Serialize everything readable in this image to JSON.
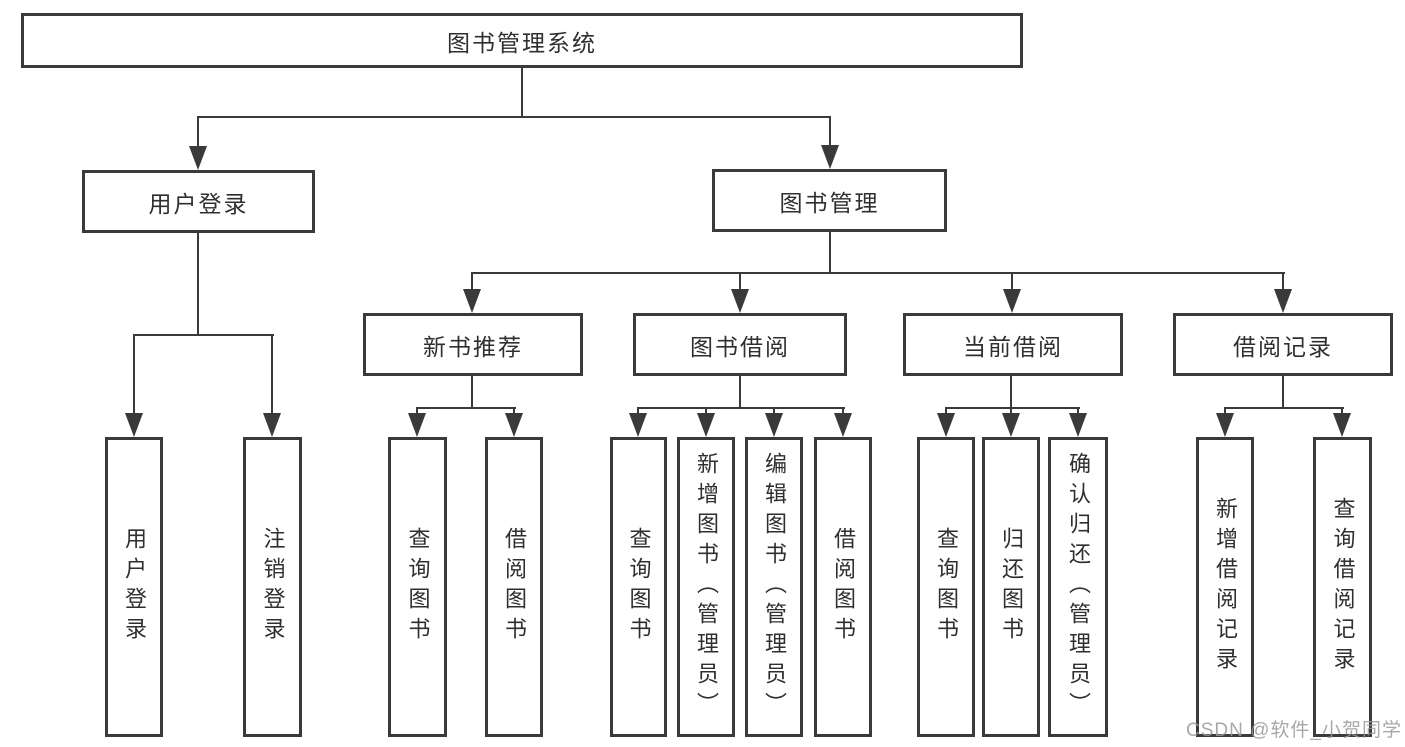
{
  "diagram_title": "图书管理系统",
  "tree": {
    "root": "图书管理系统",
    "branches": [
      {
        "label": "用户登录",
        "children": [
          "用户登录",
          "注销登录"
        ]
      },
      {
        "label": "图书管理",
        "sections": [
          {
            "label": "新书推荐",
            "children": [
              "查询图书",
              "借阅图书"
            ]
          },
          {
            "label": "图书借阅",
            "children": [
              "查询图书",
              "新增图书（管理员）",
              "编辑图书（管理员）",
              "借阅图书"
            ]
          },
          {
            "label": "当前借阅",
            "children": [
              "查询图书",
              "归还图书",
              "确认归还（管理员）"
            ]
          },
          {
            "label": "借阅记录",
            "children": [
              "新增借阅记录",
              "查询借阅记录"
            ]
          }
        ]
      }
    ]
  },
  "watermark": {
    "text": "CSDN @软件_小贺同学"
  },
  "colors": {
    "line": "#3a3a3a",
    "text": "#2f2f2f",
    "watermark": "#9a9a9a",
    "background": "#ffffff"
  }
}
